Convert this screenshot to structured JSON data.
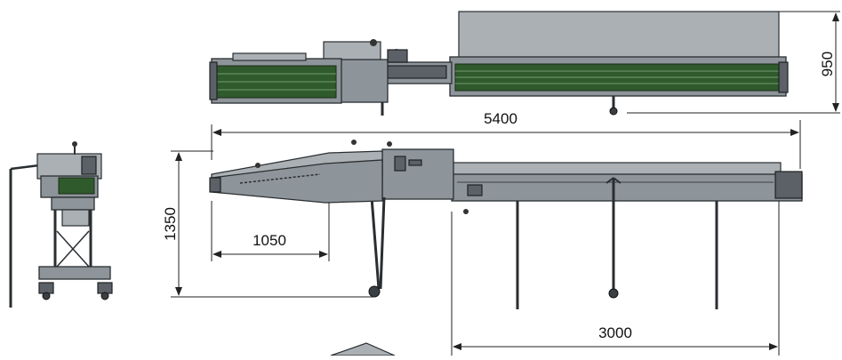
{
  "dimensions": {
    "height_top": "950",
    "length_total": "5400",
    "height_side": "1350",
    "infeed": "1050",
    "outfeed": "3000"
  }
}
